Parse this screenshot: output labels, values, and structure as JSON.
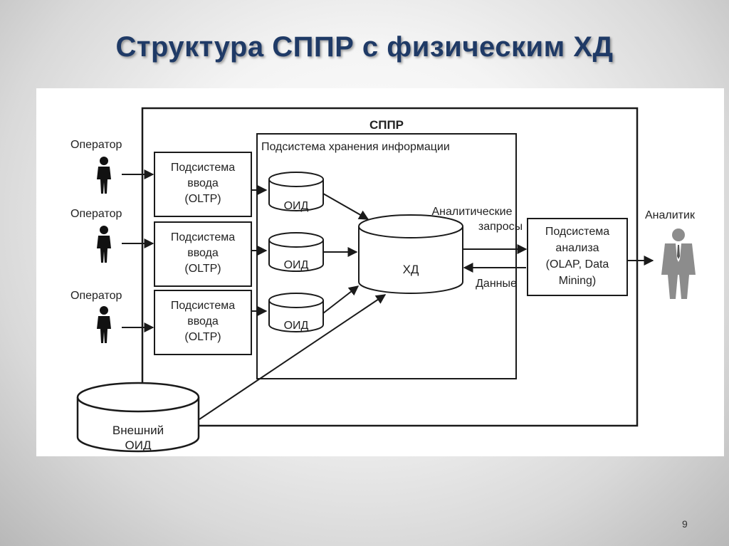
{
  "slide": {
    "title": "Структура СППР с физическим ХД",
    "page_number": "9"
  },
  "diagram": {
    "dss_label": "СППР",
    "storage_subsystem_label": "Подсистема хранения информации",
    "operator_label": "Оператор",
    "input_subsystem": [
      "Подсистема",
      "ввода",
      "(OLTP)"
    ],
    "oid_label": "ОИД",
    "warehouse_label": "ХД",
    "queries_label": [
      "Аналитические",
      "запросы"
    ],
    "data_label": "Данные",
    "analysis_subsystem": [
      "Подсистема",
      "анализа",
      "(OLAP, Data",
      "Mining)"
    ],
    "analyst_label": "Аналитик",
    "external_oid": [
      "Внешний",
      "ОИД"
    ]
  },
  "colors": {
    "title": "#1f3a66",
    "line": "#1a1a1a",
    "operator_figure": "#111111",
    "analyst_figure": "#8c8c8c"
  }
}
